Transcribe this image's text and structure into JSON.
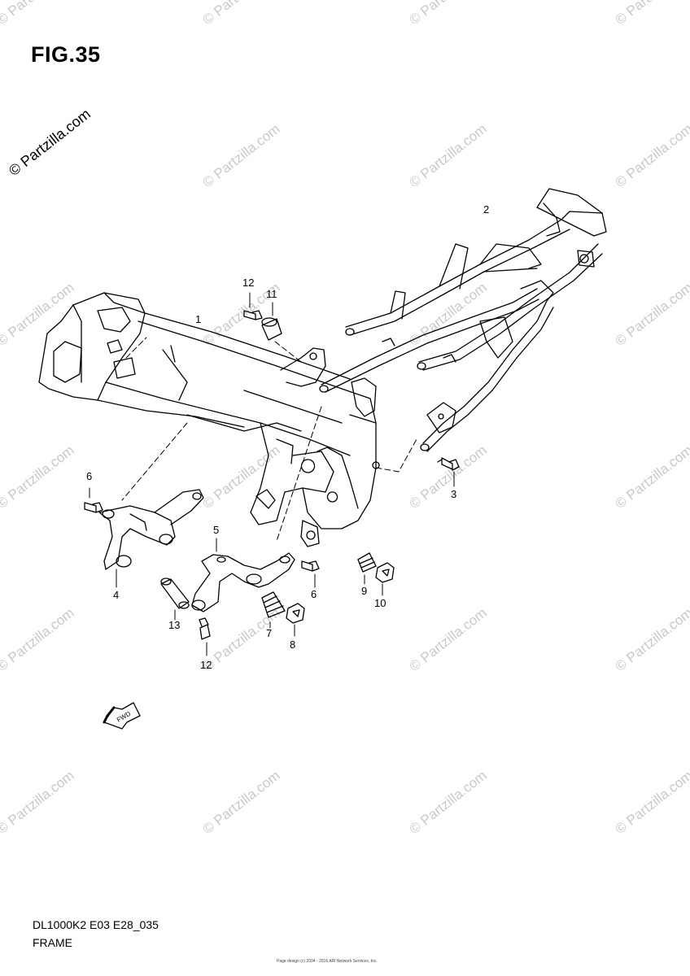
{
  "figure": {
    "title": "FIG.35"
  },
  "watermark": {
    "text": "© Partzilla.com"
  },
  "parts": [
    {
      "ref": "1",
      "desc": "frame-body"
    },
    {
      "ref": "2",
      "desc": "seat-rail"
    },
    {
      "ref": "3",
      "desc": "bolt"
    },
    {
      "ref": "4",
      "desc": "footrest-bracket"
    },
    {
      "ref": "5",
      "desc": "engine-mount-bracket"
    },
    {
      "ref": "6",
      "desc": "bolt"
    },
    {
      "ref": "6",
      "desc": "bolt"
    },
    {
      "ref": "7",
      "desc": "spring"
    },
    {
      "ref": "8",
      "desc": "nut"
    },
    {
      "ref": "9",
      "desc": "spring"
    },
    {
      "ref": "10",
      "desc": "nut"
    },
    {
      "ref": "11",
      "desc": "collar"
    },
    {
      "ref": "12",
      "desc": "bolt"
    },
    {
      "ref": "12",
      "desc": "bolt"
    },
    {
      "ref": "13",
      "desc": "spacer"
    }
  ],
  "footer": {
    "code": "DL1000K2 E03 E28_035",
    "name": "FRAME",
    "credit": "Page design (c) 2004 - 2016 ARI Network Services, Inc."
  }
}
